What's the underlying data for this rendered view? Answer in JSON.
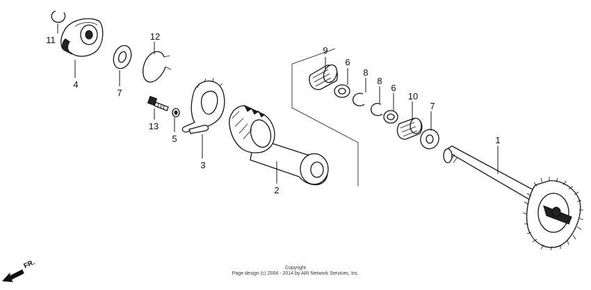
{
  "labels": {
    "p1": "1",
    "p2": "2",
    "p3": "3",
    "p4": "4",
    "p5": "5",
    "p6a": "6",
    "p6b": "6",
    "p7a": "7",
    "p7b": "7",
    "p8a": "8",
    "p8b": "8",
    "p9": "9",
    "p10": "10",
    "p11": "11",
    "p12": "12",
    "p13": "13"
  },
  "front_arrow": "FR.",
  "copyright": {
    "line1": "Copyright",
    "line2": "Page design (c) 2004 - 2014 by ARI Network Services, Inc."
  }
}
